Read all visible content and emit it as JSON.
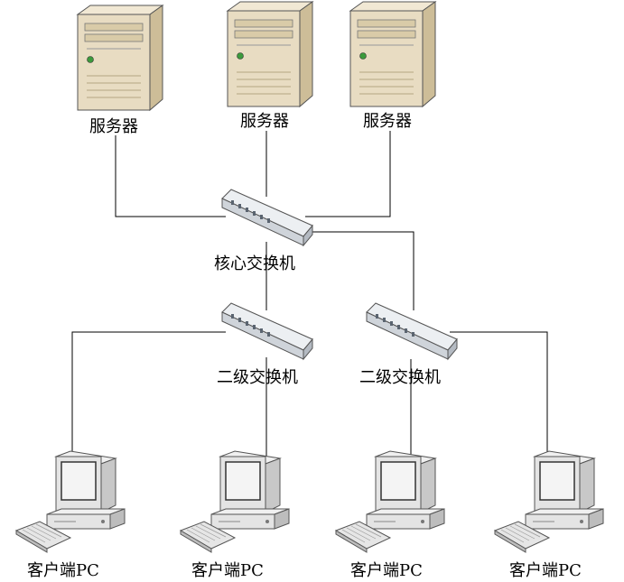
{
  "servers": [
    {
      "label": "服务器"
    },
    {
      "label": "服务器"
    },
    {
      "label": "服务器"
    }
  ],
  "core_switch": {
    "label": "核心交换机"
  },
  "access_switches": [
    {
      "label": "二级交换机"
    },
    {
      "label": "二级交换机"
    }
  ],
  "clients": [
    {
      "label": "客户端PC"
    },
    {
      "label": "客户端PC"
    },
    {
      "label": "客户端PC"
    },
    {
      "label": "客户端PC"
    }
  ],
  "colors": {
    "server_body": "#e8dcc2",
    "server_side": "#cdbd98",
    "switch_body": "#d9dde2",
    "pc_body": "#e4e4e4",
    "screen": "#f4f4f4",
    "link_line": "#000000"
  }
}
